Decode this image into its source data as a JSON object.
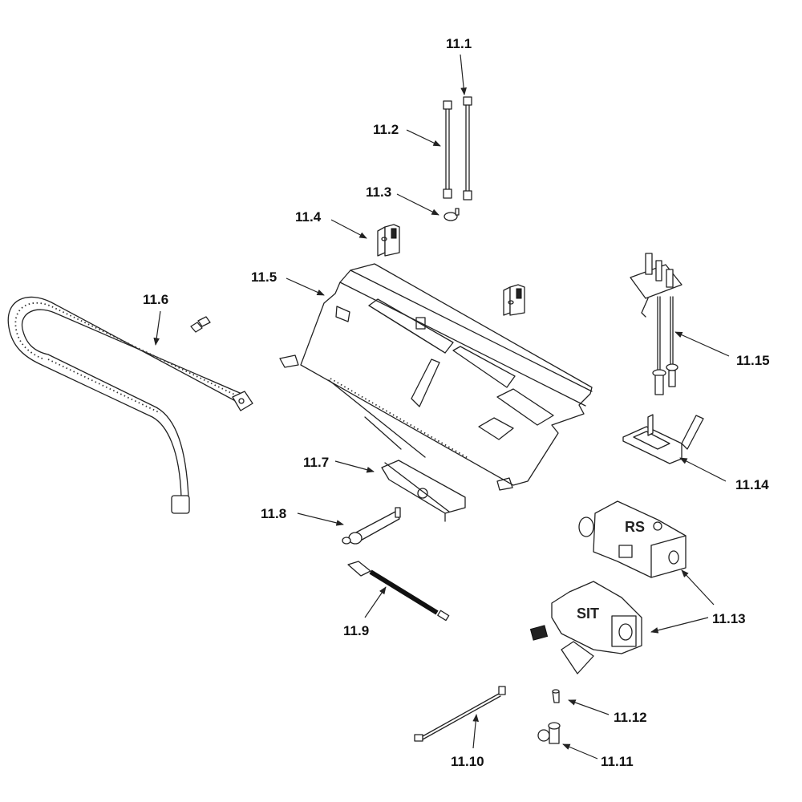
{
  "diagram": {
    "type": "exploded-parts-diagram",
    "callouts": [
      {
        "id": "11.1",
        "label": "11.1"
      },
      {
        "id": "11.2",
        "label": "11.2"
      },
      {
        "id": "11.3",
        "label": "11.3"
      },
      {
        "id": "11.4",
        "label": "11.4"
      },
      {
        "id": "11.5",
        "label": "11.5"
      },
      {
        "id": "11.6",
        "label": "11.6"
      },
      {
        "id": "11.7",
        "label": "11.7"
      },
      {
        "id": "11.8",
        "label": "11.8"
      },
      {
        "id": "11.9",
        "label": "11.9"
      },
      {
        "id": "11.10",
        "label": "11.10"
      },
      {
        "id": "11.11",
        "label": "11.11"
      },
      {
        "id": "11.12",
        "label": "11.12"
      },
      {
        "id": "11.13",
        "label": "11.13"
      },
      {
        "id": "11.14",
        "label": "11.14"
      },
      {
        "id": "11.15",
        "label": "11.15"
      }
    ],
    "valve_markings": {
      "upper": "RS",
      "lower": "SIT"
    }
  }
}
